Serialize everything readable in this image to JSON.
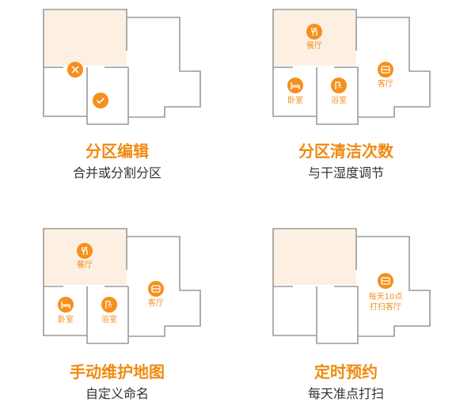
{
  "colors": {
    "accent": "#f5901e",
    "room_fill": "#fdf0e2",
    "wall": "#9a9a9a"
  },
  "features": [
    {
      "title": "分区编辑",
      "subtitle": "合并或分割分区",
      "icons": [
        "delete-icon",
        "confirm-check-icon"
      ]
    },
    {
      "title": "分区清洁次数",
      "subtitle": "与干湿度调节",
      "rooms": {
        "dining": "餐厅",
        "bedroom": "卧室",
        "bathroom": "浴室",
        "living": "客厅"
      }
    },
    {
      "title": "手动维护地图",
      "subtitle": "自定义命名",
      "rooms": {
        "dining": "餐厅",
        "bedroom": "卧室",
        "bathroom": "浴室",
        "living": "客厅"
      }
    },
    {
      "title": "定时预约",
      "subtitle": "每天准点打扫",
      "schedule_line1": "每天10点",
      "schedule_line2": "打扫客厅"
    }
  ]
}
